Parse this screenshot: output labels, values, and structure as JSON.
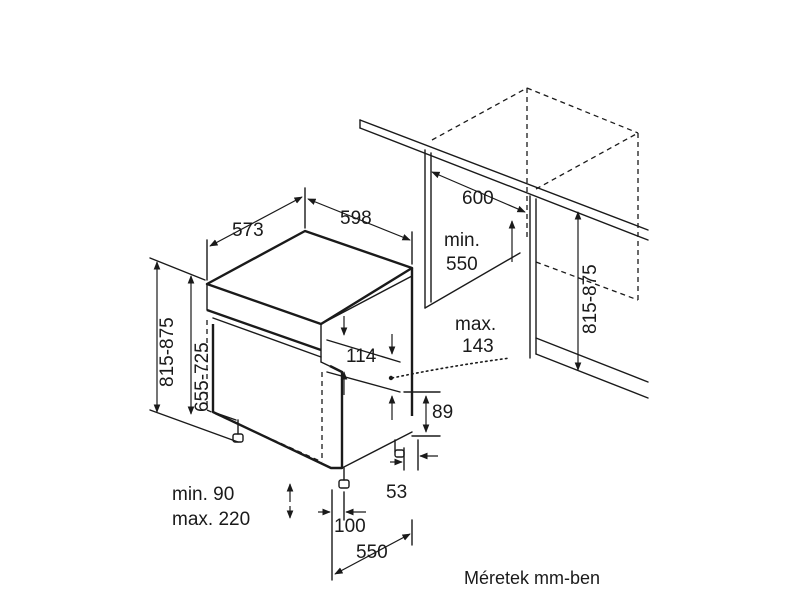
{
  "dimensions": {
    "depth": "573",
    "width": "598",
    "height_total": "815-875",
    "height_body": "655-725",
    "gap_front": "114",
    "max_label": "max.",
    "max_value": "143",
    "plinth_height": "89",
    "foot_offset": "53",
    "plinth_range_min": "min. 90",
    "plinth_range_max": "max. 220",
    "plinth_depth": "100",
    "base_depth": "550",
    "niche_width": "600",
    "niche_depth_min_label": "min.",
    "niche_depth_min_value": "550",
    "niche_height": "815-875"
  },
  "note": "Méretek mm-ben"
}
